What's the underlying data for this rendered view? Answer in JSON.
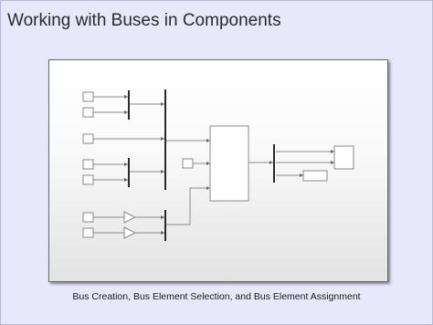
{
  "card": {
    "title": "Working with Buses in Components",
    "caption": "Bus Creation, Bus Element Selection, and Bus Element Assignment",
    "background_color": "#e8e8fb"
  },
  "diagram": {
    "kind": "simulink-model-thumbnail",
    "icons": [
      "inport-block",
      "bus-creator-block",
      "gain-block",
      "subsystem-block",
      "bus-selector-block",
      "display-block",
      "outport-block"
    ]
  }
}
